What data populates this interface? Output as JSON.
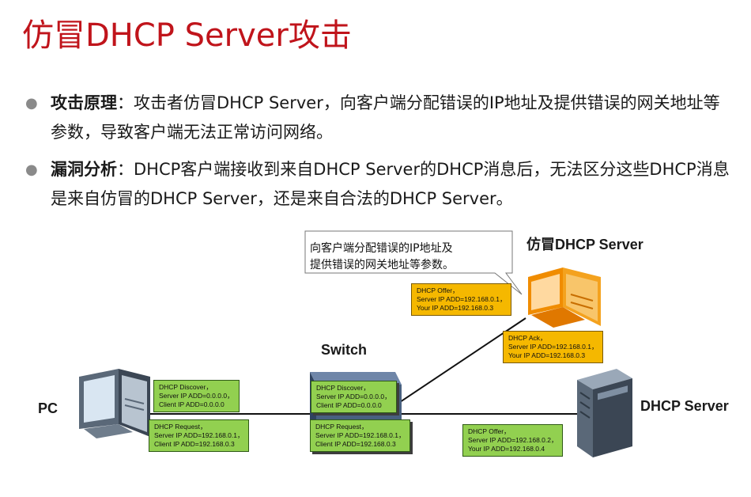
{
  "title": "仿冒DHCP Server攻击",
  "bullets": [
    {
      "term": "攻击原理",
      "sep": "：",
      "text": "攻击者仿冒DHCP Server，向客户端分配错误的IP地址及提供错误的网关地址等参数，导致客户端无法正常访问网络。"
    },
    {
      "term": "漏洞分析",
      "sep": "：",
      "text": "DHCP客户端接收到来自DHCP Server的DHCP消息后，无法区分这些DHCP消息是来自仿冒的DHCP Server，还是来自合法的DHCP Server。"
    }
  ],
  "diagram": {
    "callout": [
      "向客户端分配错误的IP地址及",
      "提供错误的网关地址等参数。"
    ],
    "labels": {
      "fake_server": "仿冒DHCP Server",
      "switch": "Switch",
      "pc": "PC",
      "dhcp_server": "DHCP Server"
    },
    "messages": {
      "fake_offer": [
        "DHCP Offer，",
        "Server IP ADD=192.168.0.1，",
        "Your IP ADD=192.168.0.3"
      ],
      "fake_ack": [
        "DHCP Ack，",
        "Server IP ADD=192.168.0.1，",
        "Your IP ADD=192.168.0.3"
      ],
      "pc_discover": [
        "DHCP Discover，",
        "Server IP ADD=0.0.0.0，",
        "Client IP ADD=0.0.0.0"
      ],
      "pc_request": [
        "DHCP Request，",
        "Server IP ADD=192.168.0.1，",
        "Client  IP ADD=192.168.0.3"
      ],
      "sw_discover": [
        "DHCP Discover，",
        "Server IP ADD=0.0.0.0，",
        "Client IP ADD=0.0.0.0"
      ],
      "sw_request": [
        "DHCP Request，",
        "Server IP ADD=192.168.0.1，",
        "Client IP ADD=192.168.0.3"
      ],
      "real_offer": [
        "DHCP Offer，",
        "Server IP ADD=192.168.0.2，",
        "Your IP ADD=192.168.0.4"
      ]
    }
  },
  "colors": {
    "title": "#c0141b",
    "green_msg": "#92d050",
    "orange_msg": "#f5b800"
  }
}
